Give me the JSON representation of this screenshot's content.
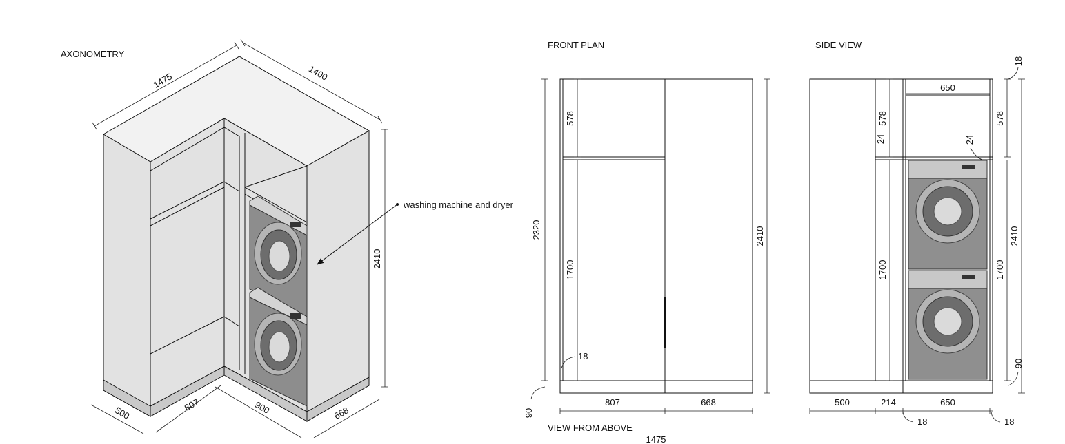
{
  "labels": {
    "axonometry": "AXONOMETRY",
    "front_plan": "FRONT PLAN",
    "side_view": "SIDE VIEW",
    "view_from_above": "VIEW FROM ABOVE",
    "callout": "washing machine and dryer"
  },
  "axonometry": {
    "dim_top_left": "1475",
    "dim_top_right": "1400",
    "dim_height": "2410",
    "dim_bottom_500": "500",
    "dim_bottom_807": "807",
    "dim_bottom_900": "900",
    "dim_bottom_668": "668"
  },
  "front": {
    "dim_578": "578",
    "dim_1700": "1700",
    "dim_2320": "2320",
    "dim_2410": "2410",
    "dim_18": "18",
    "dim_90": "90",
    "dim_807": "807",
    "dim_668": "668",
    "dim_1475": "1475"
  },
  "side": {
    "dim_650_top": "650",
    "dim_578_left": "578",
    "dim_578_right": "578",
    "dim_24_left": "24",
    "dim_24_right": "24",
    "dim_2410": "2410",
    "dim_1700_left": "1700",
    "dim_1700_right": "1700",
    "dim_18_top": "18",
    "dim_90": "90",
    "dim_500": "500",
    "dim_214": "214",
    "dim_650_bottom": "650",
    "dim_18_bl": "18",
    "dim_18_br": "18"
  }
}
